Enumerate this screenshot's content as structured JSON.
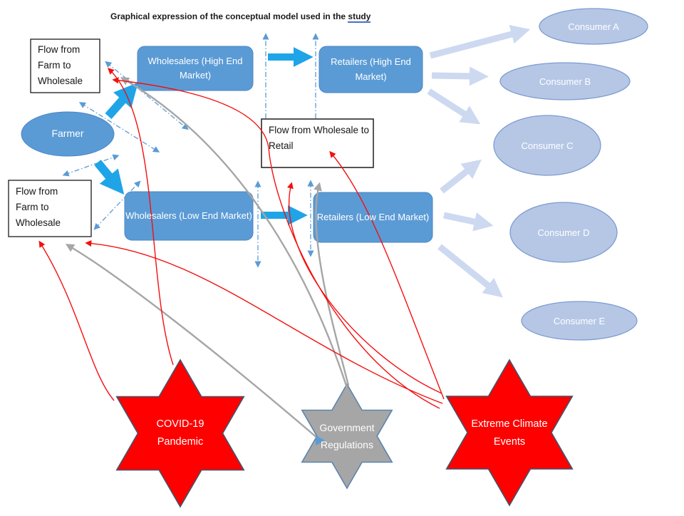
{
  "title": {
    "text_before_link": "Graphical expression of the conceptual model used in the ",
    "link_text": "study"
  },
  "nodes": {
    "farmer": {
      "label": "Farmer"
    },
    "wholesalers_high": {
      "label": "Wholesalers (High End Market)"
    },
    "retailers_high": {
      "label": "Retailers (High End Market)"
    },
    "wholesalers_low": {
      "label": "Wholesalers (Low End Market)"
    },
    "retailers_low": {
      "label": "Retailers (Low End Market)"
    }
  },
  "consumers": [
    {
      "label": "Consumer A"
    },
    {
      "label": "Consumer B"
    },
    {
      "label": "Consumer C"
    },
    {
      "label": "Consumer D"
    },
    {
      "label": "Consumer E"
    }
  ],
  "flow_labels": {
    "farm_to_wholesale_top": "Flow from Farm to Wholesale",
    "farm_to_wholesale_bottom": "Flow from Farm to Wholesale",
    "wholesale_to_retail": "Flow from Wholesale to Retail"
  },
  "shocks": {
    "covid": {
      "label": "COVID-19 Pandemic",
      "color": "#ff0000"
    },
    "government": {
      "label": "Government Regulations",
      "color": "#a6a6a6"
    },
    "climate": {
      "label": "Extreme Climate Events",
      "color": "#ff0000"
    }
  },
  "colors": {
    "node_blue": "#5b9bd5",
    "node_blue_border": "#4a86c5",
    "consumer_fill": "#b6c7e6",
    "consumer_border": "#7d9bd0",
    "flow_arrow_blue": "#1fa4e8",
    "consumer_arrow_light_blue": "#ccd9f0",
    "dashed_connector_blue": "#5b9bd5",
    "shock_red": "#ff0000",
    "shock_gray": "#a6a6a6",
    "curve_red": "#f40f0f",
    "curve_gray": "#a6a6a6",
    "star_border_dark": "#44546a",
    "gov_star_border": "#5b85ad",
    "link_underline_blue": "#4472c4",
    "flow_box_border": "#2b2b2b"
  }
}
